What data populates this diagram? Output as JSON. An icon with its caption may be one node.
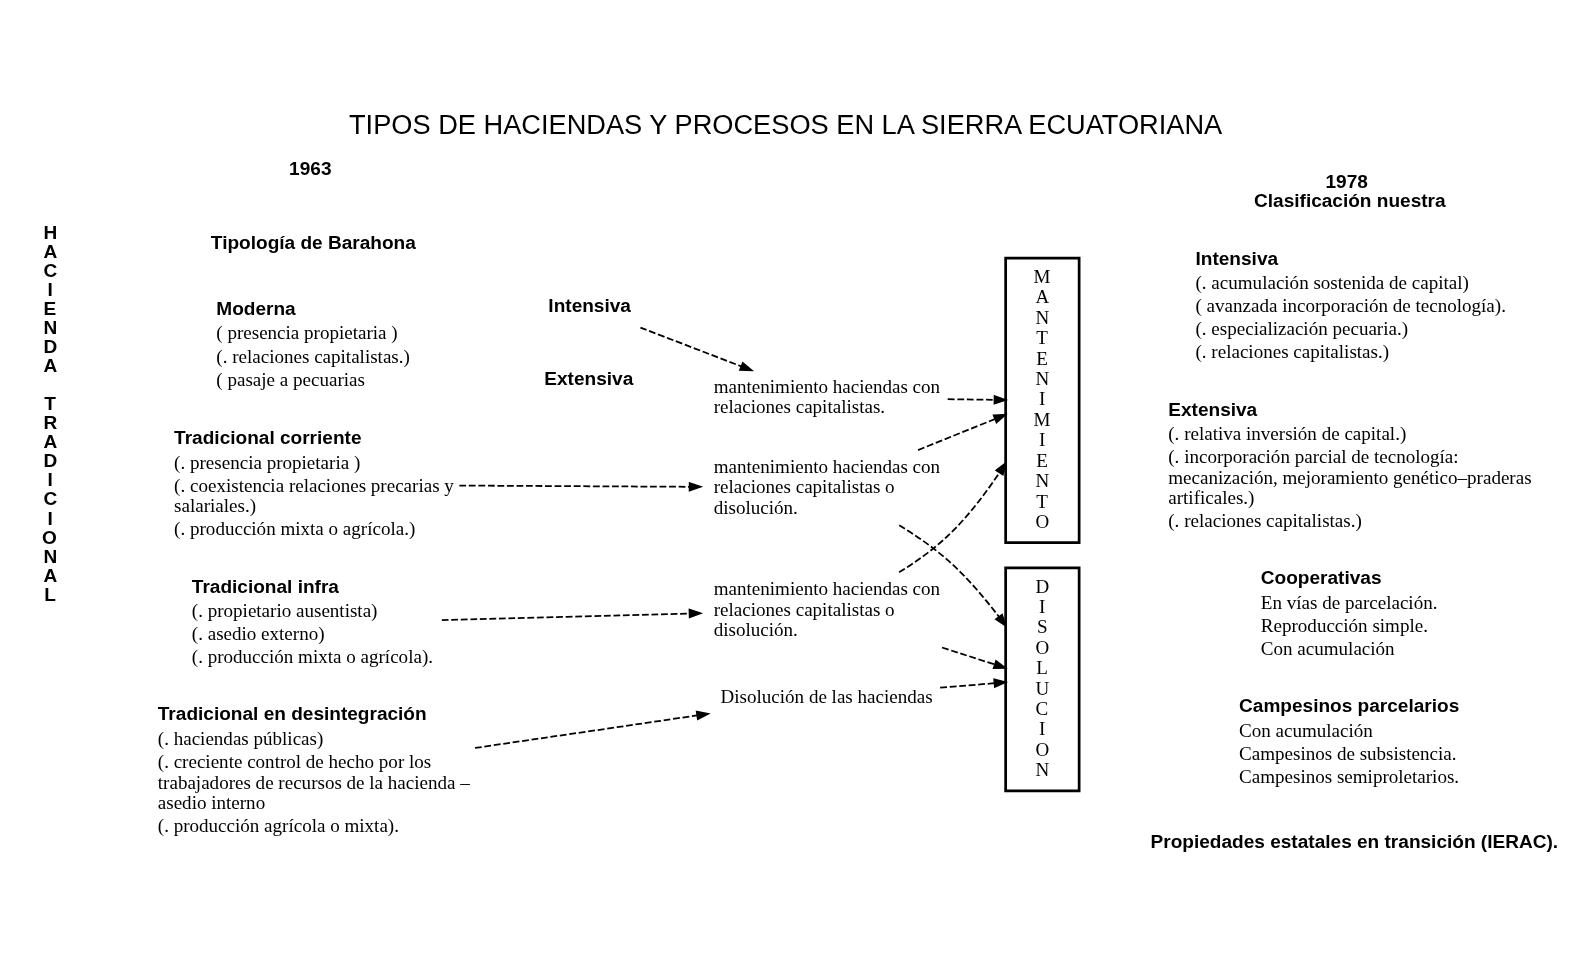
{
  "diagram": {
    "title": "TIPOS DE HACIENDAS Y PROCESOS EN LA SIERRA ECUATORIANA",
    "nodes": [
      {
        "text": [
          "Moderna",
          "( presencia propietaria )",
          "(. relaciones capitalistas.)",
          "( pasaje a pecuarias"
        ]
      },
      {
        "text": [
          "Intensiva"
        ]
      },
      {
        "text": [
          "mantenimiento haciendas con relaciones capitalistas."
        ]
      },
      {
        "text": [
          "Tradicional corriente",
          "(. presencia propietaria )",
          "(. coexistencia relaciones precarias y salariales.)",
          "(. producción mixta o agrícola.)"
        ]
      },
      {
        "text": [
          "mantenimiento haciendas con relaciones capitalistas o disolución."
        ]
      },
      {
        "text": [
          "Tradicional infra",
          "(. propietario ausentista)",
          "(. asedio externo)",
          "(. producción mixta o agrícola)."
        ]
      },
      {
        "text": [
          "mantenimiento haciendas con relaciones capitalistas o disolución."
        ]
      },
      {
        "text": [
          "Tradicional en desintegración",
          "(. haciendas públicas)",
          "(. creciente control de hecho por los trabajadores de recursos de la hacienda – asedio interno",
          "(. producción agrícola o mixta)."
        ]
      },
      {
        "text": [
          "Disolución de las haciendas"
        ]
      },
      {
        "text": [
          "MANTENIMIENTO"
        ]
      },
      {
        "text": [
          "DISOLUCION"
        ]
      }
    ],
    "edges": [
      {
        "from": 1,
        "to": 2,
        "arrow": "to",
        "style": "dashed"
      },
      {
        "from": 2,
        "to": 9,
        "arrow": "to",
        "style": "dashed"
      },
      {
        "from": 3,
        "to": 4,
        "arrow": "to",
        "style": "dashed"
      },
      {
        "from": 4,
        "to": 9,
        "arrow": "to",
        "style": "dashed"
      },
      {
        "from": 4,
        "to": 10,
        "arrow": "to",
        "style": "dashed"
      },
      {
        "from": 5,
        "to": 6,
        "arrow": "to",
        "style": "dashed"
      },
      {
        "from": 6,
        "to": 9,
        "arrow": "to",
        "style": "dashed"
      },
      {
        "from": 6,
        "to": 10,
        "arrow": "to",
        "style": "dashed"
      },
      {
        "from": 7,
        "to": 8,
        "arrow": "to",
        "style": "dashed"
      },
      {
        "from": 8,
        "to": 10,
        "arrow": "to",
        "style": "dashed"
      }
    ],
    "labels": [
      "1963",
      "1978",
      "Clasificación nuestra",
      "Tipología de Barahona",
      "HACIENDA TRADICIONAL",
      "Extensiva",
      "Intensiva",
      "(. acumulación sostenida de capital)",
      "( avanzada incorporación de tecnología).",
      "(. especialización pecuaria.)",
      "(. relaciones capitalistas.)",
      "Extensiva",
      "(. relativa inversión de capital.)",
      "(. incorporación parcial de tecnología: mecanización, mejoramiento genético–praderas artificales.)",
      "(. relaciones capitalistas.)",
      "Cooperativas",
      "En vías de parcelación.",
      "Reproducción simple.",
      "Con acumulación",
      "Campesinos parcelarios",
      "Con acumulación",
      "Campesinos de subsistencia.",
      "Campesinos semiproletarios.",
      "Propiedades estatales en transición (IERAC)."
    ]
  }
}
